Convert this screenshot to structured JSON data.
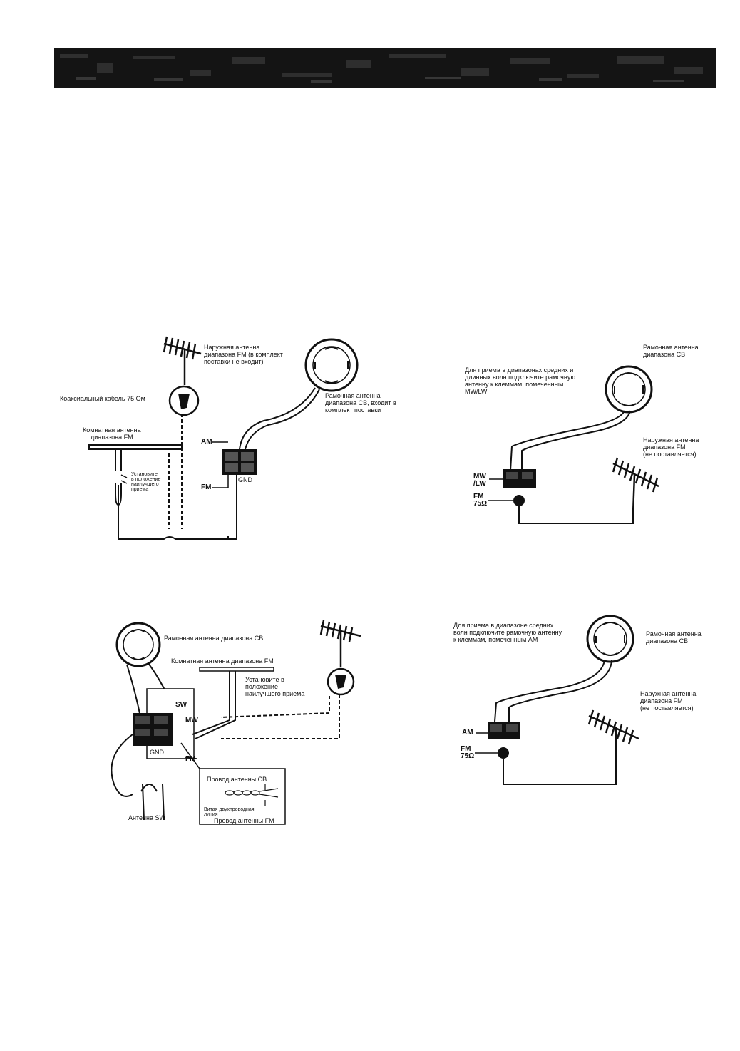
{
  "header": {
    "banner_text": ""
  },
  "diagram1": {
    "outdoor_fm": "Наружная антенна\nдиапазона FM (в комплект\nпоставки не входит)",
    "coax": "Коаксиальный кабель 75 Ом",
    "loop_am": "Рамочная антенна\nдиапазона СВ, входит в\nкомплект поставки",
    "indoor_fm": "Комнатная антенна\nдиапазона FM",
    "position": "Установите\nв положение\nнаилучшего\nприема",
    "am": "AM",
    "fm": "FM",
    "gnd": "GND"
  },
  "diagram2": {
    "loop_am": "Рамочная антенна\nдиапазона СВ",
    "instruction": "Для приема в диапазонах средних и\nдлинных волн подключите рамочную\nантенну к клеммам, помеченным\nMW/LW",
    "outdoor_fm": "Наружная антенна\nдиапазона FM\n(не поставляется)",
    "mwlw": "MW\n/LW",
    "fm": "FM\n75Ω"
  },
  "diagram3": {
    "loop_am": "Рамочная антенна диапазона СВ",
    "indoor_fm": "Комнатная антенна диапазона FM",
    "position": "Установите в\nположение\nнаилучшего приема",
    "sw": "SW",
    "mw": "MW",
    "gnd": "GND",
    "fm": "FM",
    "am_wire": "Провод антенны СВ",
    "twin_lead": "Витая двухпроводная\nлиния",
    "fm_wire": "Провод антенны FM",
    "sw_antenna": "Антенна SW"
  },
  "diagram4": {
    "instruction": "Для приема в диапазоне средних\nволн подключите рамочную антенну\nк клеммам, помеченным AM",
    "loop_am": "Рамочная антенна\nдиапазона СВ",
    "outdoor_fm": "Наружная антенна\nдиапазона FM\n(не поставляется)",
    "am": "AM",
    "fm": "FM\n75Ω"
  }
}
